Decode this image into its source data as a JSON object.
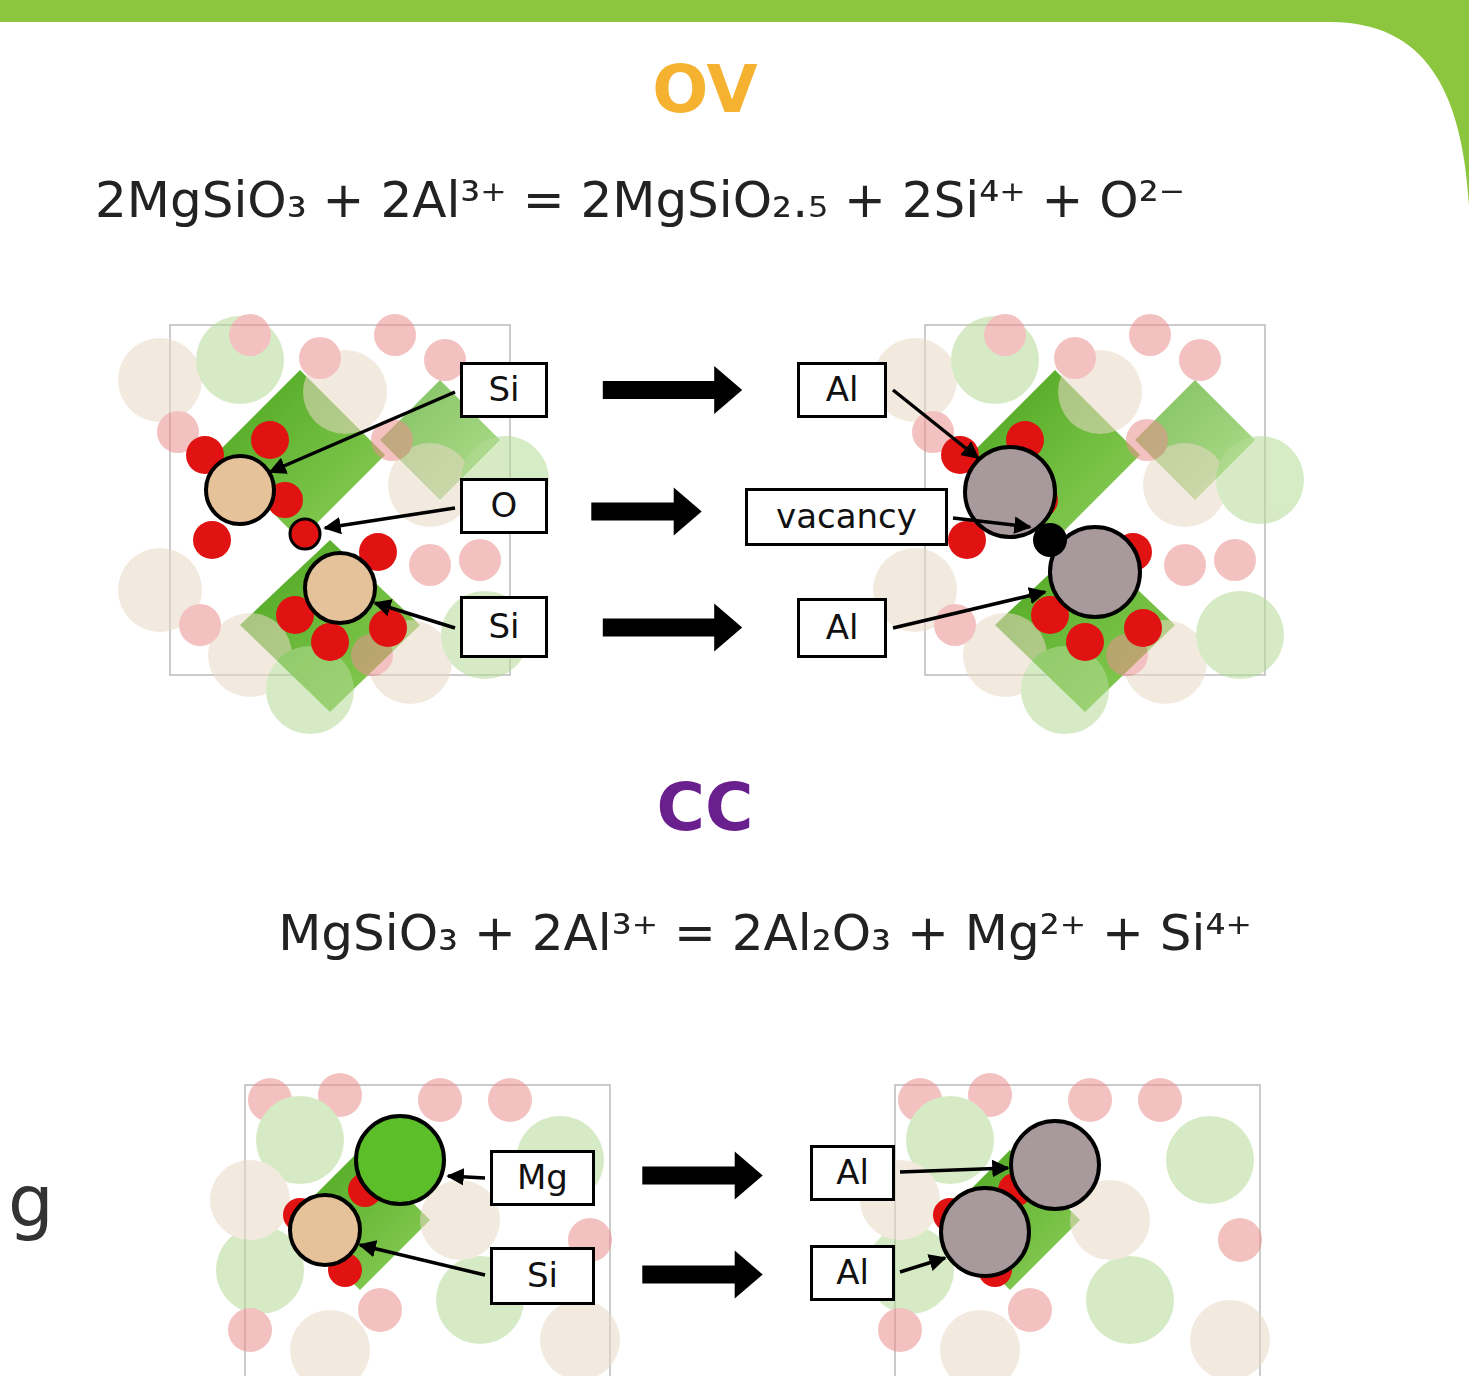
{
  "diagram": {
    "nodes": [
      {
        "text": [
          "Si"
        ]
      },
      {
        "text": [
          "Al"
        ]
      },
      {
        "text": [
          "O"
        ]
      },
      {
        "text": [
          "vacancy"
        ]
      },
      {
        "text": [
          "Si"
        ]
      },
      {
        "text": [
          "Al"
        ]
      },
      {
        "text": [
          "Mg"
        ]
      },
      {
        "text": [
          "Al"
        ]
      },
      {
        "text": [
          "Si"
        ]
      },
      {
        "text": [
          "Al"
        ]
      }
    ],
    "edges": [
      {
        "from": 0,
        "to": 1,
        "arrow": "to"
      },
      {
        "from": 2,
        "to": 3,
        "arrow": "to"
      },
      {
        "from": 4,
        "to": 5,
        "arrow": "to"
      },
      {
        "from": 6,
        "to": 7,
        "arrow": "to"
      },
      {
        "from": 8,
        "to": 9,
        "arrow": "to"
      }
    ],
    "labels": [
      "OV",
      "2MgSiO₃ + 2Al³⁺ = 2MgSiO₂.₅ + 2Si⁴⁺ + O²⁻",
      "CC",
      "MgSiO₃ + 2Al³⁺ = 2Al₂O₃ + Mg²⁺ + Si⁴⁺",
      "g"
    ]
  }
}
